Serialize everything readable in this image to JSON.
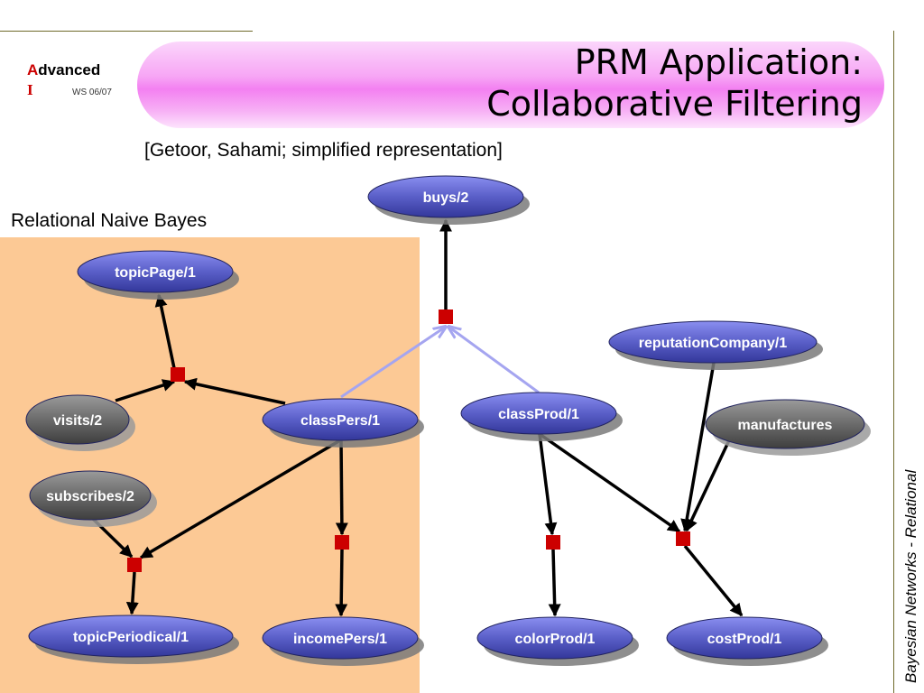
{
  "header": {
    "logo_letter_a": "A",
    "logo_word_rest": "dvanced",
    "logo_letter_i": "I",
    "semester": "WS 06/07",
    "title_line1": "PRM Application:",
    "title_line2": "Collaborative Filtering"
  },
  "subtitle": "[Getoor, Sahami; simplified representation]",
  "section_label": "Relational Naive Bayes",
  "side_text": "Bayesian Networks  - Relational",
  "colors": {
    "blue_node": "#5a5fc8",
    "gray_node": "#6b6b6b",
    "factor": "#cc0000",
    "edge": "#000000",
    "light_edge": "#a5a5f0",
    "region": "#fcc995",
    "title_pill": "#f380f1"
  },
  "diagram": {
    "nodes": [
      {
        "id": "buys",
        "label": "buys/2",
        "style": "blue"
      },
      {
        "id": "topicPage",
        "label": "topicPage/1",
        "style": "blue"
      },
      {
        "id": "reputationCompany",
        "label": "reputationCompany/1",
        "style": "blue"
      },
      {
        "id": "visits",
        "label": "visits/2",
        "style": "gray"
      },
      {
        "id": "classPers",
        "label": "classPers/1",
        "style": "blue"
      },
      {
        "id": "classProd",
        "label": "classProd/1",
        "style": "blue"
      },
      {
        "id": "manufactures",
        "label": "manufactures",
        "style": "gray"
      },
      {
        "id": "subscribes",
        "label": "subscribes/2",
        "style": "gray"
      },
      {
        "id": "topicPeriodical",
        "label": "topicPeriodical/1",
        "style": "blue"
      },
      {
        "id": "incomePers",
        "label": "incomePers/1",
        "style": "blue"
      },
      {
        "id": "colorProd",
        "label": "colorProd/1",
        "style": "blue"
      },
      {
        "id": "costProd",
        "label": "costProd/1",
        "style": "blue"
      }
    ],
    "factors": [
      "f_buys",
      "f_topicPage",
      "f_topicPeriodical",
      "f_incomePers",
      "f_colorProd",
      "f_costProd"
    ],
    "edges": [
      {
        "from": "f_buys",
        "to": "buys",
        "style": "black"
      },
      {
        "from": "classPers",
        "to": "f_buys",
        "style": "light"
      },
      {
        "from": "classProd",
        "to": "f_buys",
        "style": "light"
      },
      {
        "from": "f_topicPage",
        "to": "topicPage",
        "style": "black"
      },
      {
        "from": "visits",
        "to": "f_topicPage",
        "style": "black"
      },
      {
        "from": "classPers",
        "to": "f_topicPage",
        "style": "black"
      },
      {
        "from": "classPers",
        "to": "f_topicPeriodical",
        "style": "black"
      },
      {
        "from": "subscribes",
        "to": "f_topicPeriodical",
        "style": "black"
      },
      {
        "from": "f_topicPeriodical",
        "to": "topicPeriodical",
        "style": "black"
      },
      {
        "from": "classPers",
        "to": "f_incomePers",
        "style": "black"
      },
      {
        "from": "f_incomePers",
        "to": "incomePers",
        "style": "black"
      },
      {
        "from": "classProd",
        "to": "f_colorProd",
        "style": "black"
      },
      {
        "from": "f_colorProd",
        "to": "colorProd",
        "style": "black"
      },
      {
        "from": "classProd",
        "to": "f_costProd",
        "style": "black"
      },
      {
        "from": "reputationCompany",
        "to": "f_costProd",
        "style": "black"
      },
      {
        "from": "manufactures",
        "to": "f_costProd",
        "style": "black"
      },
      {
        "from": "f_costProd",
        "to": "costProd",
        "style": "black"
      }
    ]
  }
}
